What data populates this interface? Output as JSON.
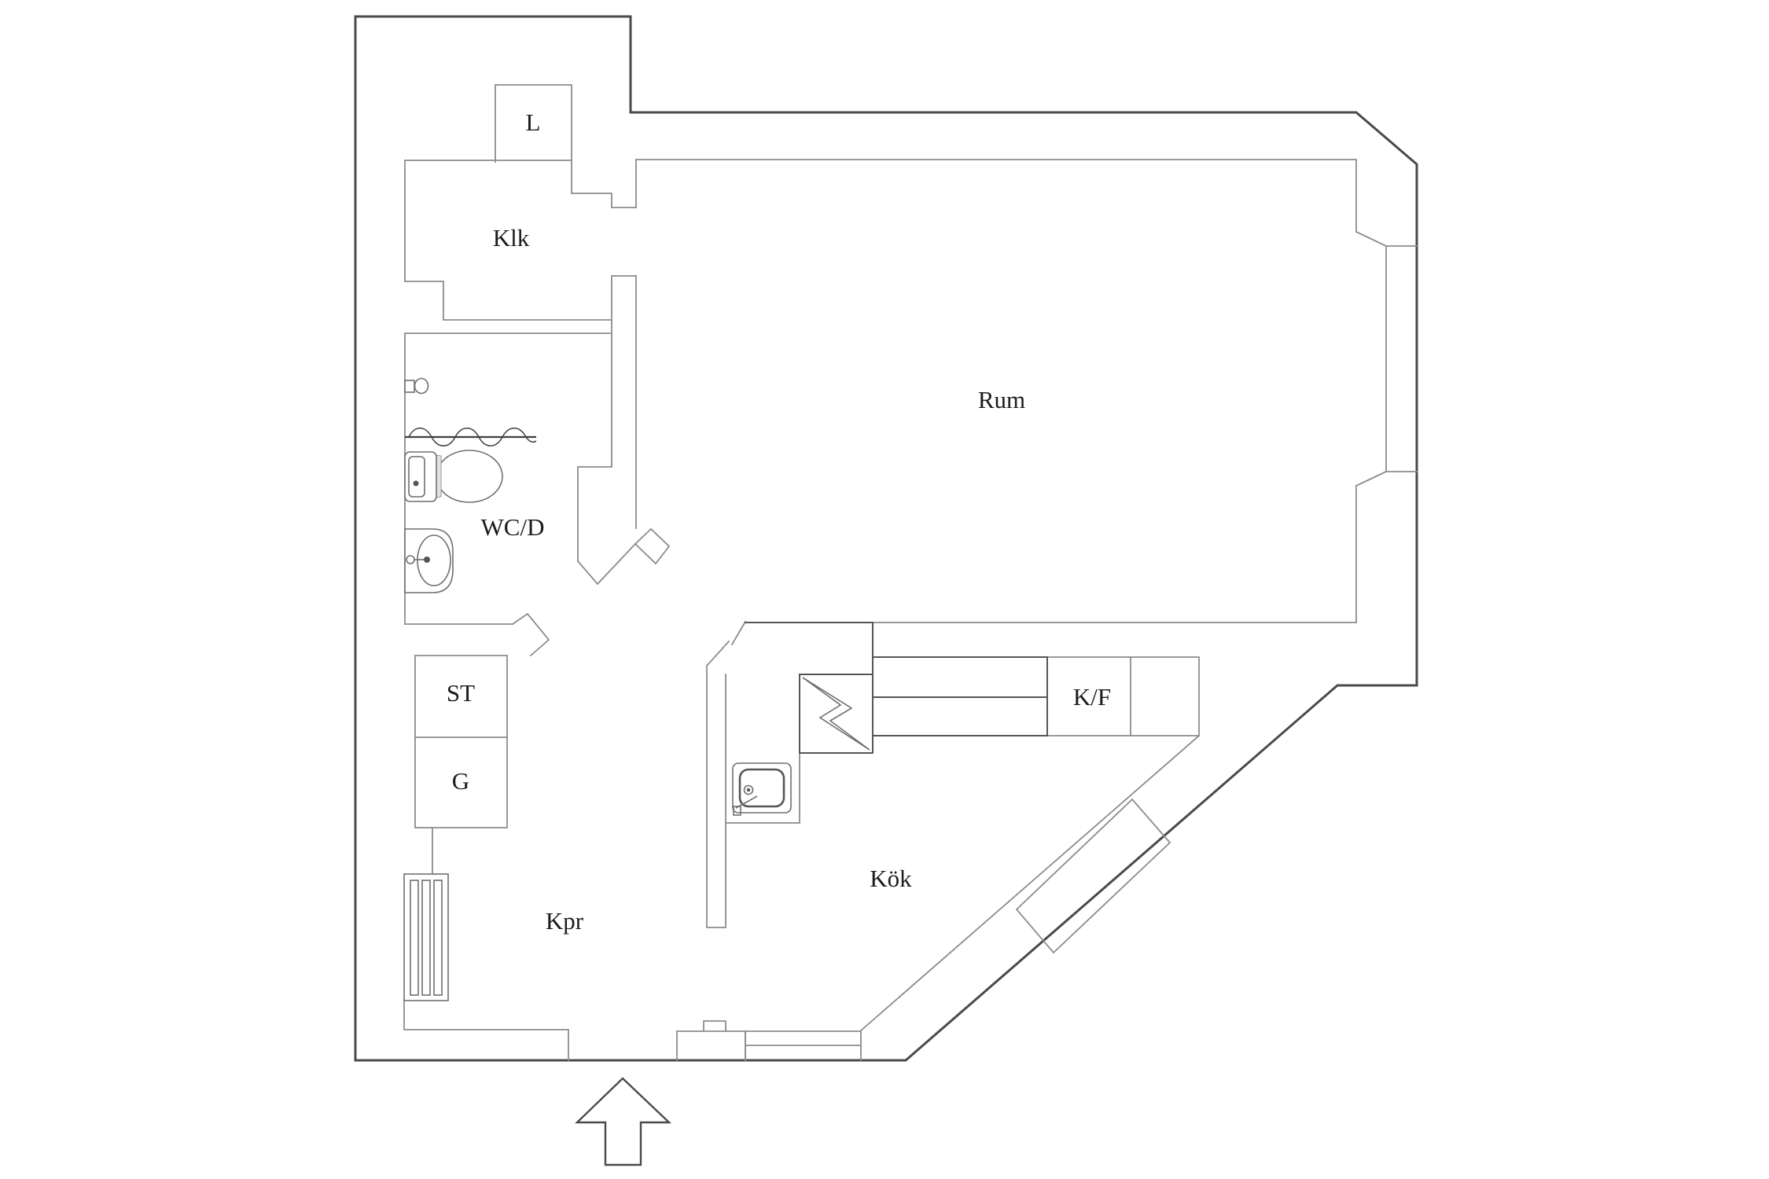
{
  "floorplan": {
    "rooms": {
      "l": {
        "label": "L"
      },
      "klk": {
        "label": "Klk"
      },
      "rum": {
        "label": "Rum"
      },
      "wcd": {
        "label": "WC/D"
      },
      "st": {
        "label": "ST"
      },
      "g": {
        "label": "G"
      },
      "kpr": {
        "label": "Kpr"
      },
      "kok": {
        "label": "Kök"
      },
      "kf": {
        "label": "K/F"
      }
    },
    "colors": {
      "background": "#ffffff",
      "outer_wall": "#4a4a4a",
      "inner_wall": "#8c8c8c",
      "dark_feature": "#555555",
      "fixture": "#6f6f6f",
      "label_text": "#1b1b1b"
    }
  }
}
